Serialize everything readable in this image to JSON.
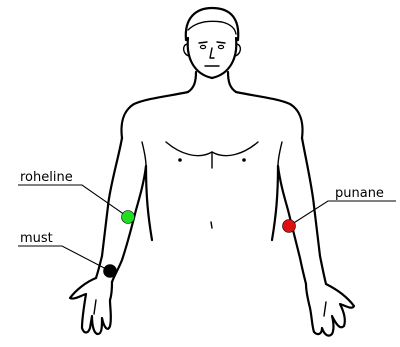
{
  "electrodes": [
    {
      "id": "green",
      "label": "roheline",
      "color": "#22dd22"
    },
    {
      "id": "black",
      "label": "must",
      "color": "#000000"
    },
    {
      "id": "red",
      "label": "punane",
      "color": "#e01010"
    }
  ]
}
